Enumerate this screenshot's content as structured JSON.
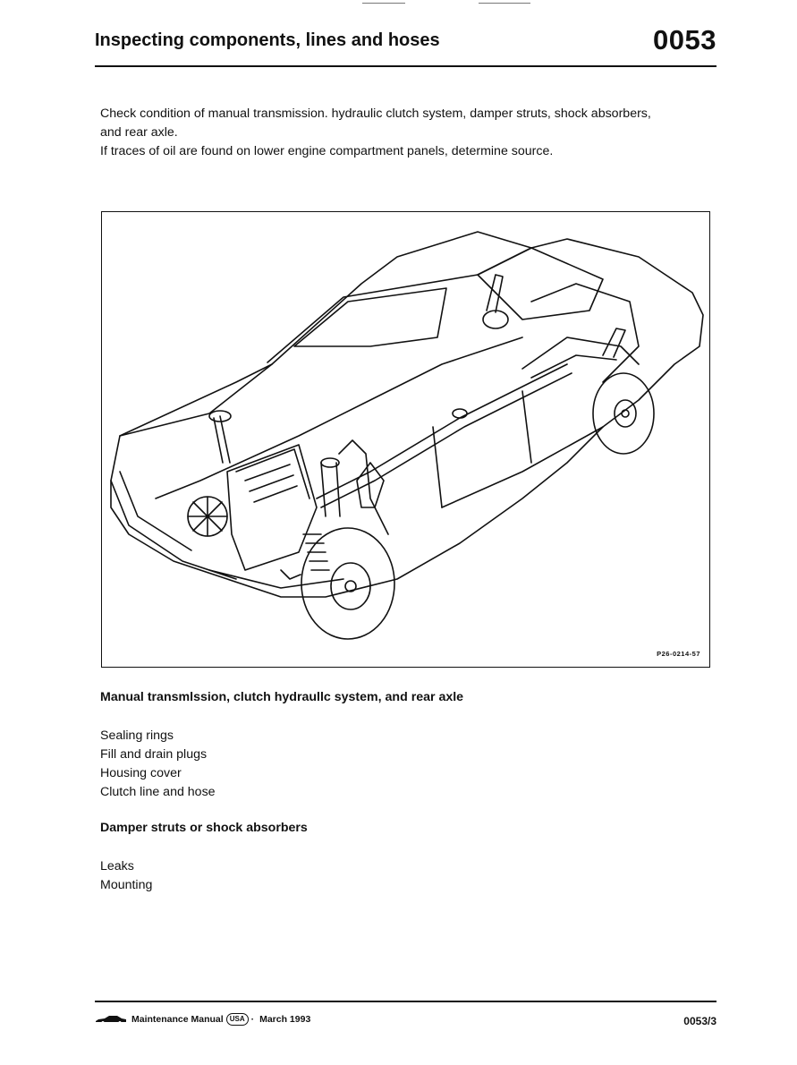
{
  "header": {
    "title": "Inspecting components, lines and hoses",
    "section_number": "0053"
  },
  "intro": {
    "line1": "Check condition of manual transmission. hydraulic clutch system, damper struts, shock absorbers,",
    "line2": "and rear axle.",
    "line3": "If traces of oil are found on lower engine compartment panels, determine source."
  },
  "figure": {
    "code": "P26-0214-57"
  },
  "sections": [
    {
      "heading": "Manual transmlssion, clutch hydraullc system, and rear axle",
      "items": [
        "Sealing rings",
        "Fill and drain plugs",
        "Housing cover",
        "Clutch line and hose"
      ]
    },
    {
      "heading": "Damper struts or shock absorbers",
      "items": [
        "Leaks",
        "Mounting"
      ]
    }
  ],
  "footer": {
    "manual_label": "Maintenance Manual",
    "region_badge": "USA",
    "separator": "·",
    "date": "March 1993",
    "page_ref": "0053/3"
  }
}
